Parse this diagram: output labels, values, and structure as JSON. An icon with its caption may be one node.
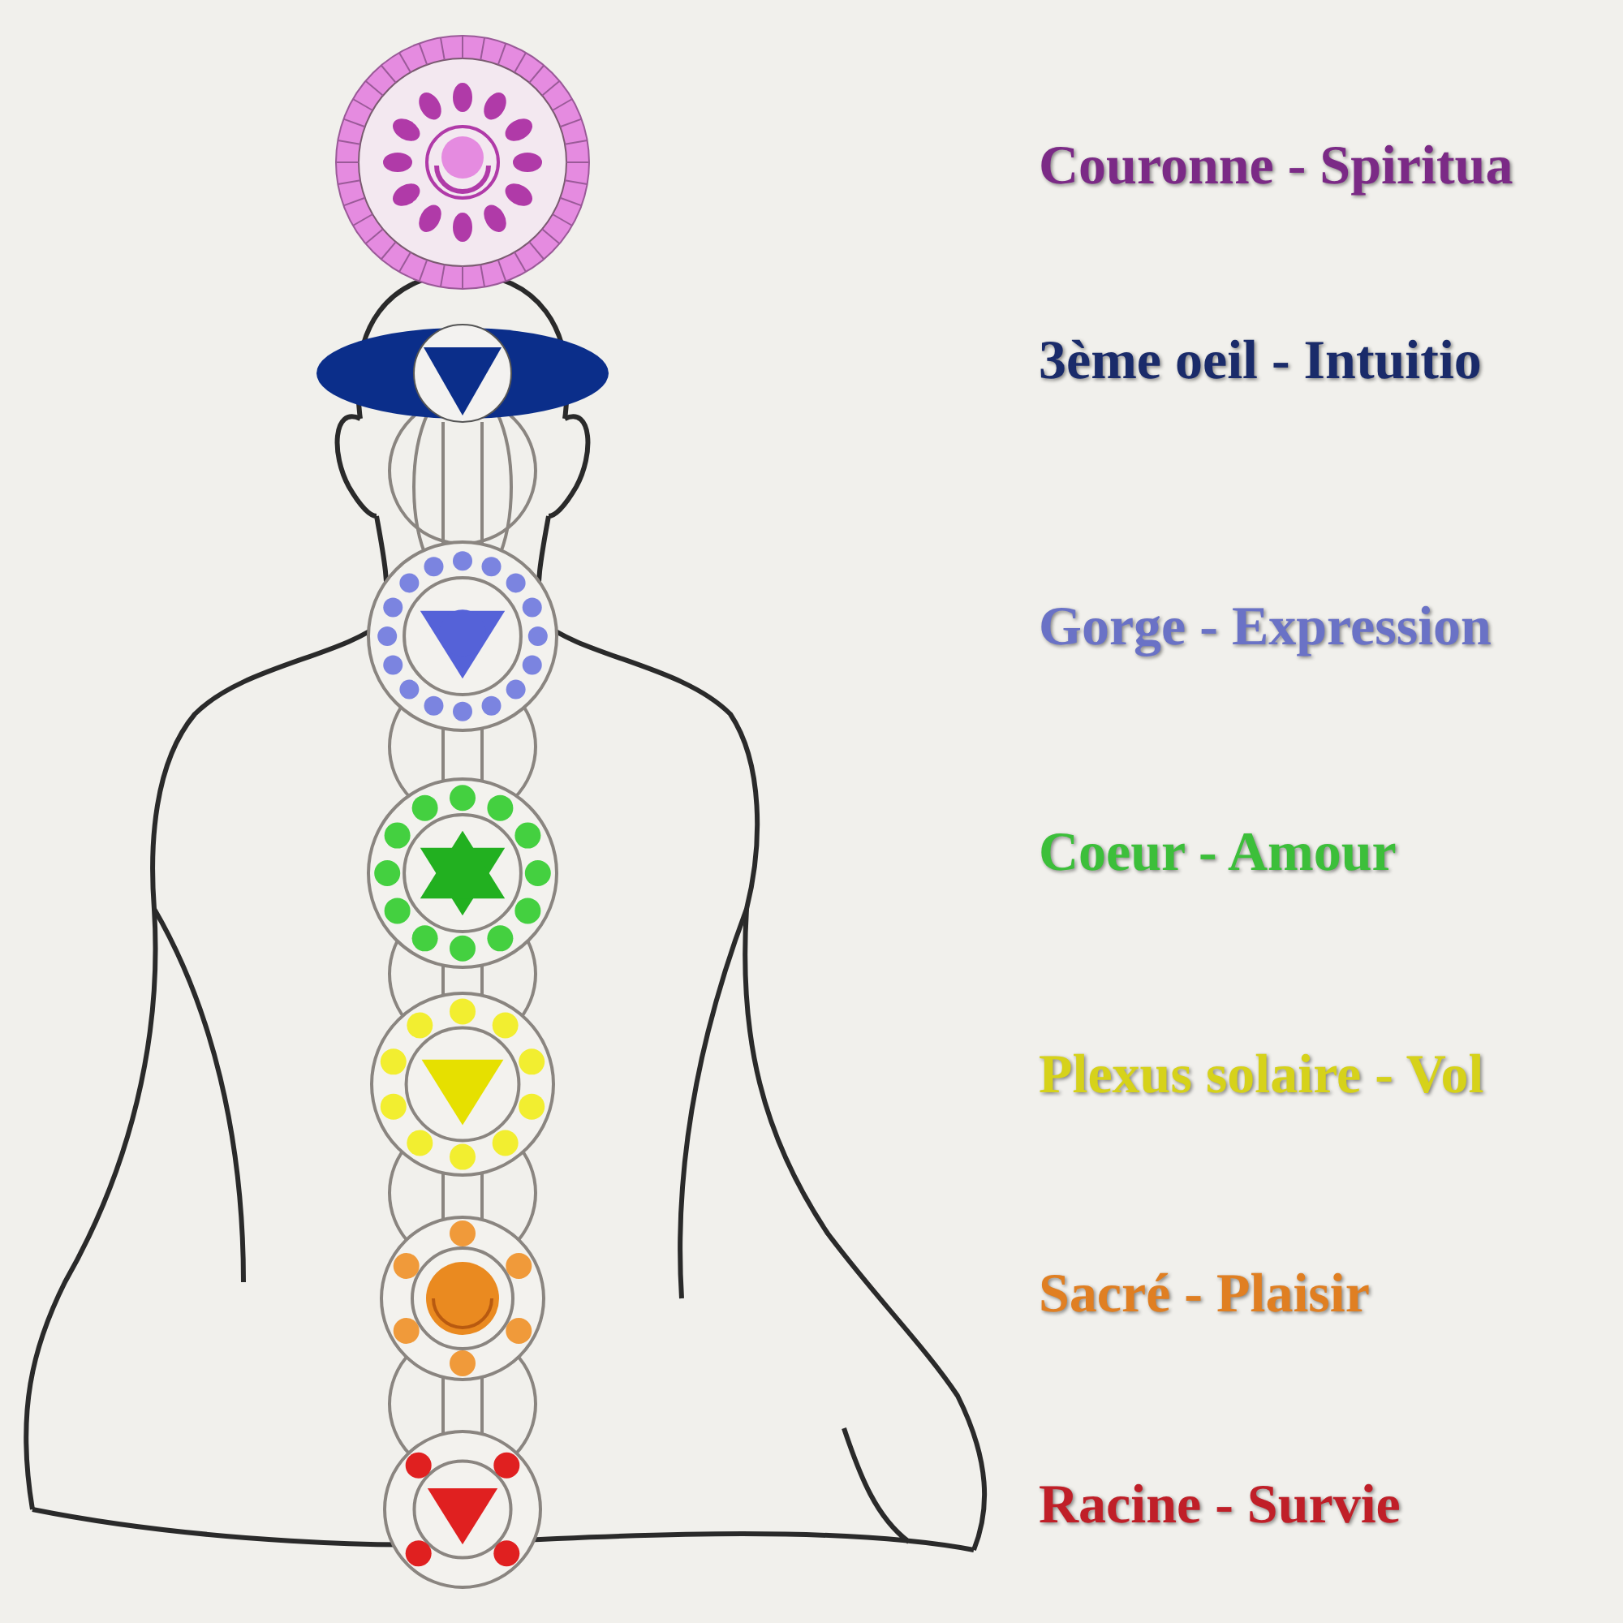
{
  "diagram": {
    "labels": [
      "Couronne - Spiritua",
      "3ème oeil - Intuitio",
      "Gorge - Expression",
      "Coeur - Amour",
      "Plexus solaire - Vol",
      "Sacré - Plaisir",
      "Racine - Survie"
    ]
  }
}
